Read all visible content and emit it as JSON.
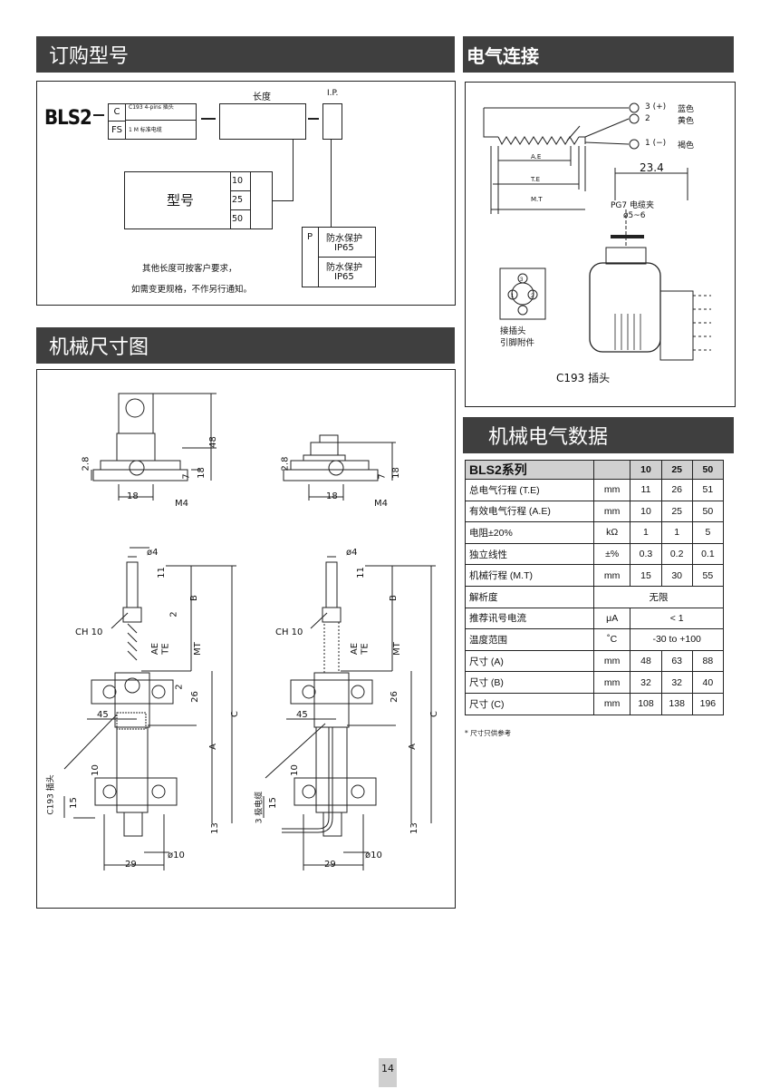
{
  "sections": {
    "order": "订购型号",
    "electrical": "电气连接",
    "mechanical": "机械尺寸图",
    "data": "机械电气数据"
  },
  "order": {
    "model": "BLS2",
    "c_code": "C",
    "c_desc": "C193 4-pins 插头",
    "fs_code": "FS",
    "fs_desc": "1 M 标准电缆",
    "length_label": "长度",
    "ip_label": "I.P.",
    "type_label": "型号",
    "lengths": [
      "10",
      "25",
      "50"
    ],
    "p_code": "P",
    "protect1": "防水保护",
    "ip1": "IP65",
    "protect2": "防水保护",
    "ip2": "IP65",
    "note1": "其他长度可按客户要求，",
    "note2": "如需变更规格，不作另行通知。"
  },
  "electrical": {
    "pin3": "3 (+)",
    "pin3_color": "蓝色",
    "pin2": "2",
    "pin2_color": "黄色",
    "pin1": "1 (−)",
    "pin1_color": "褐色",
    "ae": "A.E",
    "te": "T.E",
    "mt": "M.T",
    "dim": "23.4",
    "pg7": "PG7 电缆夹",
    "dia": "ø5~6",
    "pin_label1": "接插头",
    "pin_label2": "引脚附件",
    "plug": "C193  插头"
  },
  "table": {
    "title": "BLS2系列",
    "sizes": [
      "10",
      "25",
      "50"
    ],
    "rows": [
      {
        "label": "总电气行程 (T.E)",
        "unit": "mm",
        "values": [
          "11",
          "26",
          "51"
        ]
      },
      {
        "label": "有效电气行程 (A.E)",
        "unit": "mm",
        "values": [
          "10",
          "25",
          "50"
        ]
      },
      {
        "label": "电阻±20%",
        "unit": "kΩ",
        "values": [
          "1",
          "1",
          "5"
        ]
      },
      {
        "label": "独立线性",
        "unit": "±%",
        "values": [
          "0.3",
          "0.2",
          "0.1"
        ]
      },
      {
        "label": "机械行程 (M.T)",
        "unit": "mm",
        "values": [
          "15",
          "30",
          "55"
        ]
      },
      {
        "label": "解析度",
        "unit": "",
        "span": "无限"
      },
      {
        "label": "推荐讯号电流",
        "unit": "μA",
        "span": "< 1"
      },
      {
        "label": "温度范围",
        "unit": "˚C",
        "span": "-30 to +100"
      },
      {
        "label": "尺寸 (A)",
        "unit": "mm",
        "values": [
          "48",
          "63",
          "88"
        ]
      },
      {
        "label": "尺寸 (B)",
        "unit": "mm",
        "values": [
          "32",
          "32",
          "40"
        ]
      },
      {
        "label": "尺寸 (C)",
        "unit": "mm",
        "values": [
          "108",
          "138",
          "196"
        ]
      }
    ],
    "footnote": "* 尺寸只供参考"
  },
  "drawing": {
    "d28": "2.8",
    "d18": "18",
    "d48": "48",
    "d7": "7",
    "m4": "M4",
    "d4": "ø4",
    "d11": "11",
    "b": "B",
    "d2": "2",
    "ch10": "CH 10",
    "ae": "AE",
    "te": "TE",
    "mt": "MT",
    "d26": "26",
    "d45": "45",
    "c": "C",
    "a": "A",
    "c193": "C193  插头",
    "cable": "3 极电缆",
    "d10": "10",
    "d15": "15",
    "d13": "13",
    "d29": "29",
    "dia10": "ø10"
  },
  "page_number": "14"
}
